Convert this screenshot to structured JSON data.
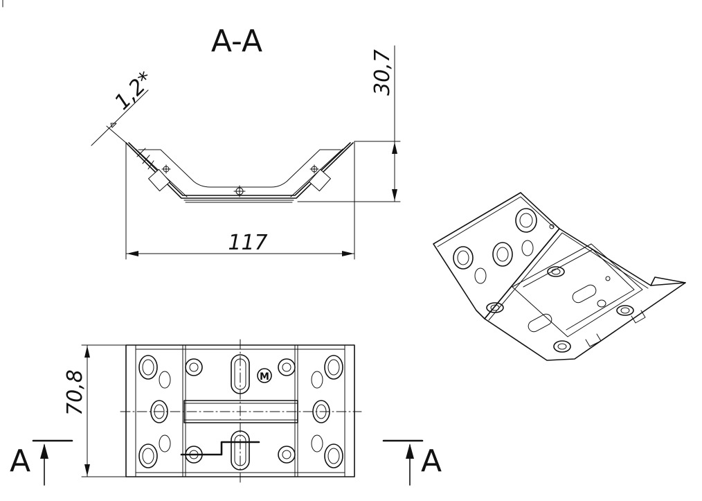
{
  "section_title": "A-A",
  "dimensions": {
    "thickness": "1,2*",
    "height": "30,7",
    "width": "117",
    "depth": "70,8"
  },
  "section_markers": {
    "left": "A",
    "right": "A"
  },
  "marking": "M",
  "icons": {
    "section_arrow": "arrow-up-icon"
  }
}
